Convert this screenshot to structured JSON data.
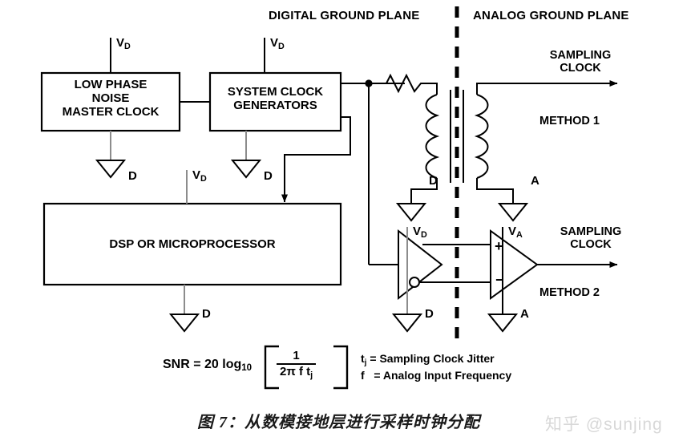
{
  "headers": {
    "digital": "DIGITAL GROUND PLANE",
    "analog": "ANALOG GROUND PLANE"
  },
  "blocks": {
    "master_clock": {
      "line1": "LOW PHASE",
      "line2": "NOISE",
      "line3": "MASTER CLOCK"
    },
    "clock_generators": {
      "line1": "SYSTEM CLOCK",
      "line2": "GENERATORS"
    },
    "dsp": {
      "label": "DSP OR MICROPROCESSOR"
    }
  },
  "supplies": {
    "vd_master": "V",
    "vd_master_sub": "D",
    "vd_clockgen": "V",
    "vd_clockgen_sub": "D",
    "vd_dsp": "V",
    "vd_dsp_sub": "D",
    "vd_inverter": "V",
    "vd_inverter_sub": "D",
    "va_comparator": "V",
    "va_comparator_sub": "A"
  },
  "grounds": {
    "master_clock": "D",
    "clock_generators": "D",
    "dsp": "D",
    "transformer_digital": "D",
    "transformer_analog": "A",
    "inverter": "D",
    "comparator": "A"
  },
  "outputs": {
    "method1": {
      "signal_line1": "SAMPLING",
      "signal_line2": "CLOCK",
      "method": "METHOD 1"
    },
    "method2": {
      "signal_line1": "SAMPLING",
      "signal_line2": "CLOCK",
      "method": "METHOD 2"
    }
  },
  "comparator_pins": {
    "plus": "+",
    "minus": "−"
  },
  "formula": {
    "lhs": "SNR = 20 log",
    "lhs_sub": "10",
    "numerator": "1",
    "denominator_1": "2",
    "denominator_pi": "π",
    "denominator_2": "f t",
    "denominator_sub": "j"
  },
  "legend": {
    "line1_sym": "t",
    "line1_sub": "j",
    "line1_text": "= Sampling Clock Jitter",
    "line2_sym": "f",
    "line2_text": "= Analog Input Frequency"
  },
  "caption": "图 7：从数模接地层进行采样时钟分配",
  "watermark": "知乎 @sunjing",
  "colors": {
    "line": "#000000",
    "supply_line": "#8c8c8c",
    "text": "#000000",
    "watermark": "#d8d8d8",
    "background": "#ffffff"
  }
}
